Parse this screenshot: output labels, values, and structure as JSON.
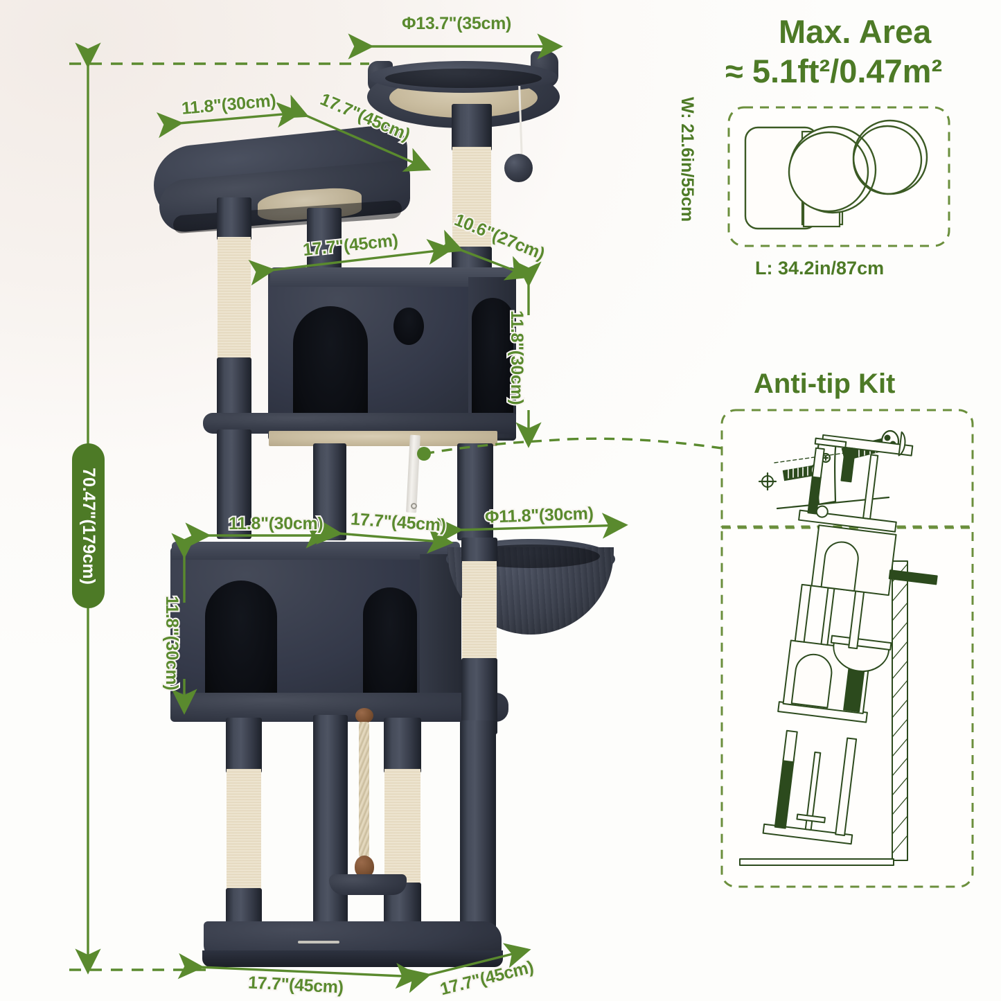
{
  "product": {
    "type": "cat-tree-dimension-infographic",
    "accent_color": "#4d7a26",
    "label_color": "#5a8a2e",
    "plush_color": "#333845",
    "sisal_color": "#eadfc6",
    "background_color": "#f7f2ee"
  },
  "dimensions": {
    "total_height": "70.47\"(179cm)",
    "top_perch_diameter": "Φ13.7\"(35cm)",
    "second_platform_width": "11.8\"(30cm)",
    "second_platform_depth": "17.7\"(45cm)",
    "upper_condo_width": "17.7\"(45cm)",
    "upper_condo_depth": "10.6\"(27cm)",
    "upper_condo_height": "11.8\"(30cm)",
    "lower_shelf_width": "11.8\"(30cm)",
    "lower_condo_width": "17.7\"(45cm)",
    "basket_diameter": "Φ11.8\"(30cm)",
    "lower_condo_height": "11.8\"(30cm)",
    "base_width": "17.7\"(45cm)",
    "base_depth": "17.7\"(45cm)"
  },
  "max_area": {
    "title": "Max. Area",
    "value": "≈ 5.1ft²/0.47m²",
    "width_label": "W: 21.6in/55cm",
    "length_label": "L: 34.2in/87cm"
  },
  "anti_tip": {
    "title": "Anti-tip Kit",
    "parts": [
      "wall-anchor",
      "screw",
      "anti-tip-strap",
      "wall-surface"
    ]
  },
  "icons": {
    "arrow": "dimension-arrow",
    "leader": "dashed-leader-line",
    "callout_dot": "callout-dot"
  }
}
